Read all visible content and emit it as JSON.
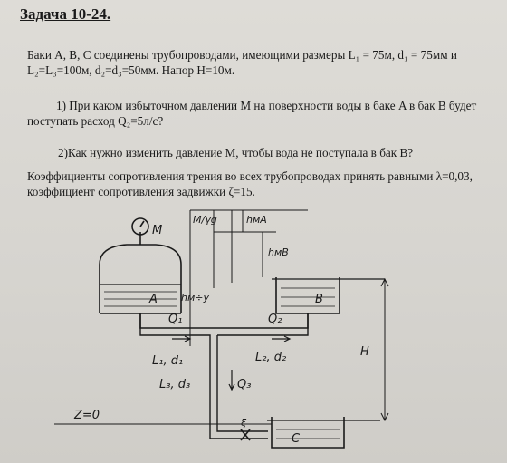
{
  "title": "Задача 10-24.",
  "p1": "Баки A, B, C соединены трубопроводами, имеющими размеры L₁ = 75м, d₁ = 75мм и L₂=L₃=100м, d₂=d₃=50мм. Напор H=10м.",
  "p2": "1) При каком избыточном давлении M на поверхности воды в баке A в бак B будет поступать расход Q₂=5л/с?",
  "p3": "2)Как нужно изменить давление M, чтобы вода не поступала в бак B?",
  "p4": "Коэффициенты сопротивления трения во всех трубопроводах принять равными λ=0,03, коэффициент сопротивления задвижки ζ=15.",
  "diagram": {
    "gauge_label": "M",
    "tank_a": "A",
    "tank_b": "B",
    "tank_c": "C",
    "flow_1": "Q₁",
    "flow_2": "Q₂",
    "flow_3": "Q₃",
    "pipe_1": "L₁, d₁",
    "pipe_2": "L₂, d₂",
    "pipe_3": "L₃, d₃",
    "h_ma": "hмА",
    "h_mb": "hмВ",
    "h_mcy": "hм÷у",
    "pressure_head": "M/γg",
    "valve": "ξ",
    "head": "H",
    "datum": "Z=0"
  }
}
